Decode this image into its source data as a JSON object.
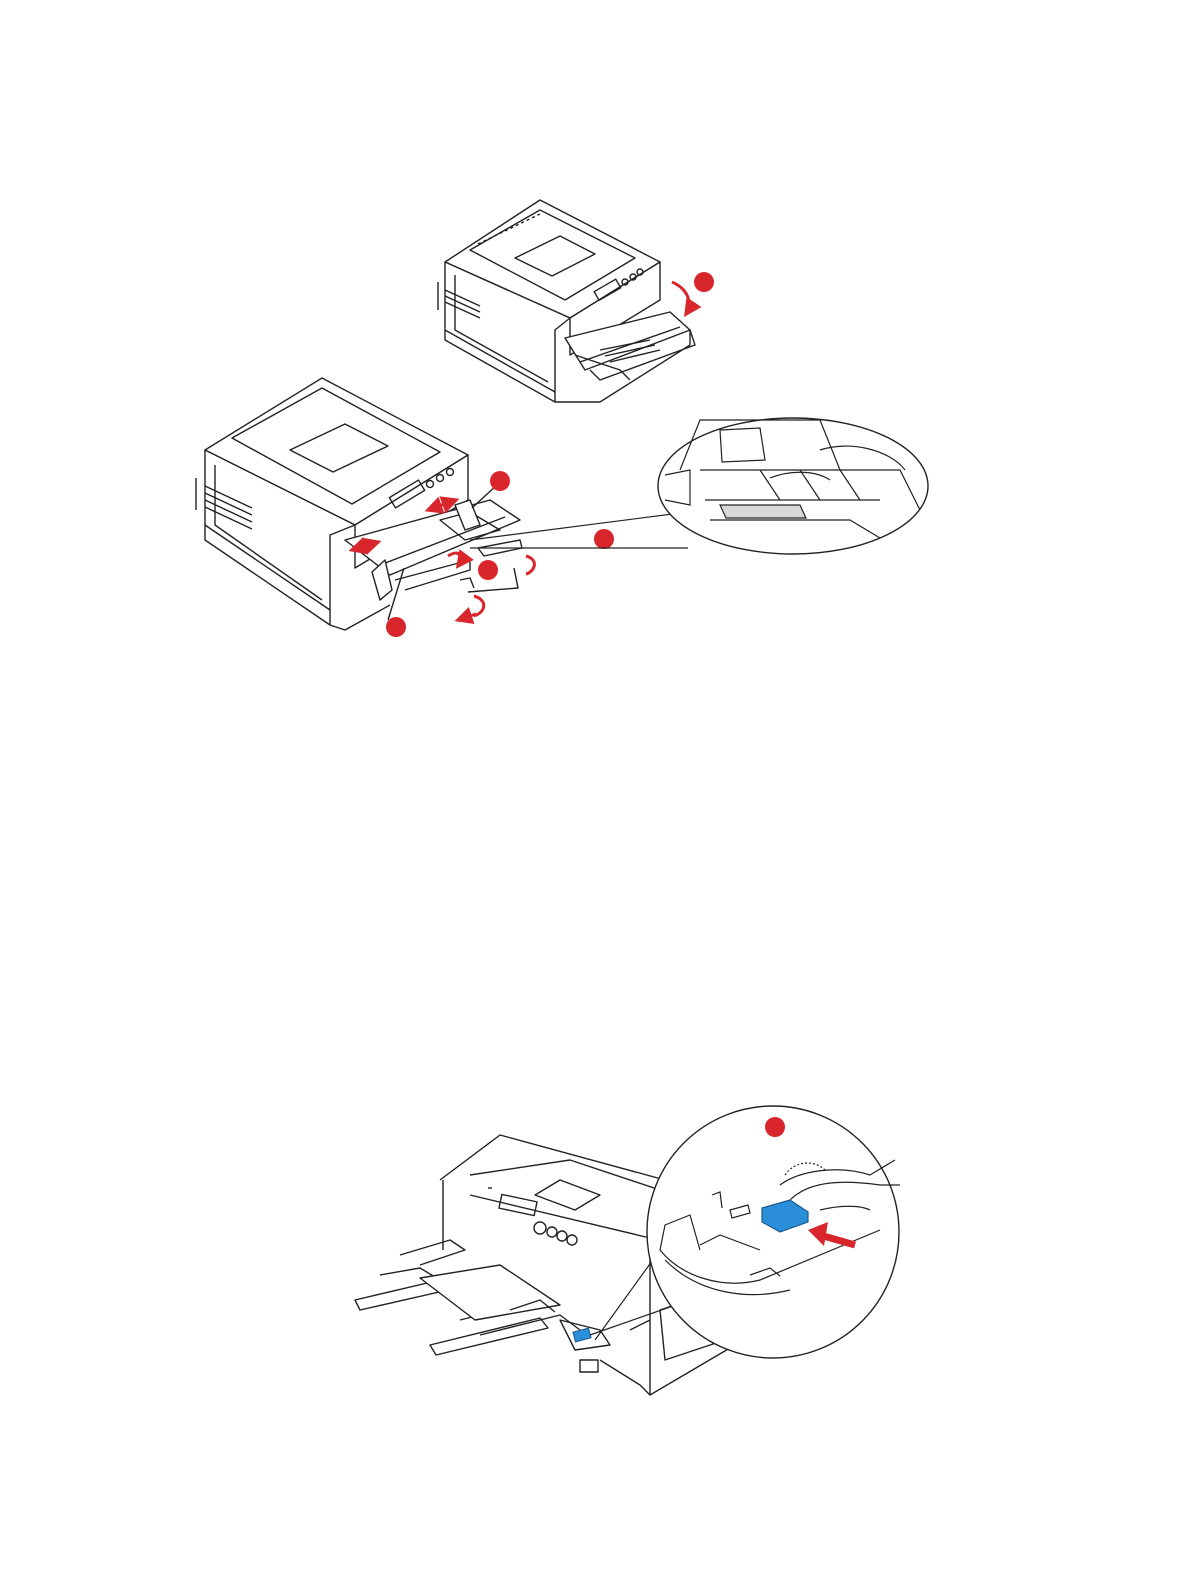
{
  "document": {
    "type": "printer manual page",
    "figures": [
      {
        "name": "printer-multipurpose-tray-open",
        "description_icon": "printer-icon",
        "callouts": [
          "",
          ""
        ]
      },
      {
        "name": "printer-paper-guides-adjust",
        "description_icon": "printer-icon",
        "callouts": [
          "",
          "",
          "",
          "",
          ""
        ]
      },
      {
        "name": "printer-paper-loaded-tray-lever",
        "description_icon": "printer-icon",
        "callouts": [
          ""
        ]
      }
    ],
    "colors": {
      "callout": "#d9262c",
      "line": "#222222",
      "lever": "#2a8fd8",
      "background": "#ffffff"
    }
  }
}
